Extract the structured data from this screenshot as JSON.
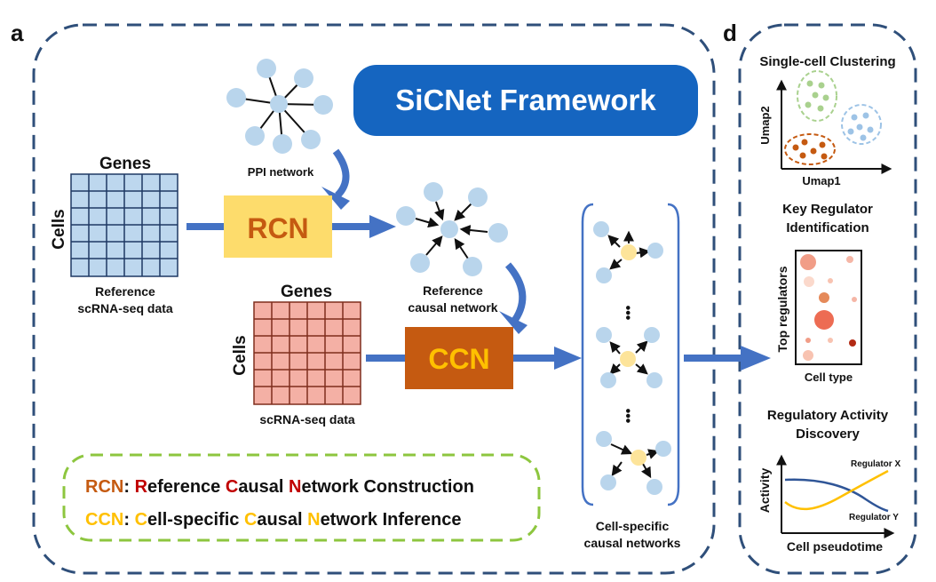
{
  "panels": {
    "a_label": "a",
    "d_label": "d"
  },
  "framework": {
    "title": "SiCNet Framework"
  },
  "ppi": {
    "label": "PPI network"
  },
  "reference_matrix": {
    "genes_label": "Genes",
    "cells_label": "Cells",
    "caption_line1": "Reference",
    "caption_line2": "scRNA-seq data"
  },
  "rcn_box": {
    "label": "RCN"
  },
  "reference_network": {
    "caption_line1": "Reference",
    "caption_line2": "causal network"
  },
  "query_matrix": {
    "genes_label": "Genes",
    "cells_label": "Cells",
    "caption": "scRNA-seq data"
  },
  "ccn_box": {
    "label": "CCN"
  },
  "cell_networks": {
    "ellipsis": "•••",
    "caption_line1": "Cell-specific",
    "caption_line2": "causal networks"
  },
  "legend": {
    "rcn": {
      "abbr": "RCN",
      "colon": ": ",
      "parts": [
        {
          "initial": "R",
          "rest": "eference "
        },
        {
          "initial": "C",
          "rest": "ausal "
        },
        {
          "initial": "N",
          "rest": "etwork Construction"
        }
      ]
    },
    "ccn": {
      "abbr": "CCN",
      "colon": ": ",
      "parts": [
        {
          "initial": "C",
          "rest": "ell-specific "
        },
        {
          "initial": "C",
          "rest": "ausal "
        },
        {
          "initial": "N",
          "rest": "etwork Inference"
        }
      ]
    }
  },
  "clustering": {
    "title": "Single-cell Clustering",
    "xlabel": "Umap1",
    "ylabel": "Umap2"
  },
  "key_regulator": {
    "title_line1": "Key Regulator",
    "title_line2": "Identification",
    "xlabel": "Cell type",
    "ylabel": "Top regulators"
  },
  "activity": {
    "title_line1": "Regulatory Activity",
    "title_line2": "Discovery",
    "xlabel": "Cell pseudotime",
    "ylabel": "Activity",
    "series_x": "Regulator X",
    "series_y": "Regulator Y"
  },
  "colors": {
    "frame_dash": "#2f4f7a",
    "node_blue": "#b9d5ec",
    "node_yellow": "#fde49a",
    "arrow_blue": "#4472c4",
    "title_box": "#1565c0",
    "rcn_fill": "#fddc6c",
    "rcn_text": "#c55a11",
    "ccn_fill": "#c55a11",
    "ccn_text": "#ffc000",
    "grid_blue": "#bdd7ee",
    "grid_pink": "#f4b0a5",
    "legend_dash": "#8dc63f",
    "letter_red": "#c00000",
    "letter_yellow": "#ffc000",
    "cluster_green": "#a9d18e",
    "cluster_blue": "#9dc3e6",
    "cluster_orange": "#c55a11",
    "line_navy": "#2f5597",
    "line_yellow": "#ffc000"
  }
}
